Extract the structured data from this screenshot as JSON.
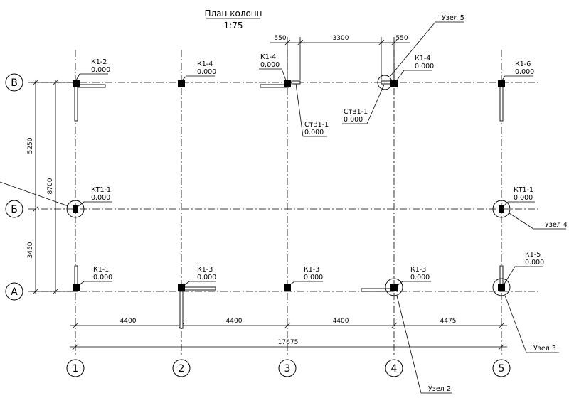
{
  "title": "План колонн",
  "scale": "1:75",
  "axes_numbers": [
    "1",
    "2",
    "3",
    "4",
    "5"
  ],
  "axes_letters": [
    "В",
    "Б",
    "А"
  ],
  "dimensions": {
    "bottom_spans": [
      "4400",
      "4400",
      "4400",
      "4475"
    ],
    "bottom_total": "17675",
    "left_spans": [
      "5250",
      "3450"
    ],
    "left_total": "8700",
    "top_spans": [
      "550",
      "3300",
      "550"
    ]
  },
  "columns": [
    {
      "mark": "К1-2",
      "elev": "0.000"
    },
    {
      "mark": "К1-4",
      "elev": "0.000"
    },
    {
      "mark": "К1-4",
      "elev": "0.000"
    },
    {
      "mark": "К1-4",
      "elev": "0.000"
    },
    {
      "mark": "К1-6",
      "elev": "0.000"
    },
    {
      "mark": "КТ1-1",
      "elev": "0.000"
    },
    {
      "mark": "КТ1-1",
      "elev": "0.000"
    },
    {
      "mark": "К1-1",
      "elev": "0.000"
    },
    {
      "mark": "К1-3",
      "elev": "0.000"
    },
    {
      "mark": "К1-3",
      "elev": "0.000"
    },
    {
      "mark": "К1-3",
      "elev": "0.000"
    },
    {
      "mark": "К1-5",
      "elev": "0.000"
    },
    {
      "mark": "СтВ1-1",
      "elev": "0.000"
    },
    {
      "mark": "СтВ1-1",
      "elev": "0.000"
    }
  ],
  "nodes": [
    "Узел 5",
    "Узел 4",
    "Узел 3",
    "Узел 2"
  ]
}
